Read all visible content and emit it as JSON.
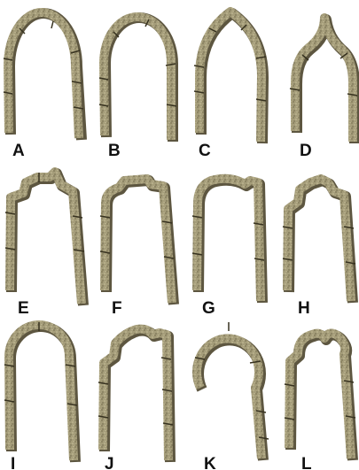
{
  "stone_colors": {
    "base": "#a59d7a",
    "light": "#cfc7a2",
    "shadow": "#5d5640",
    "joint": "#36311f"
  },
  "arches": [
    {
      "letter": "A",
      "shape": "round-horseshoe"
    },
    {
      "letter": "B",
      "shape": "semicircular"
    },
    {
      "letter": "C",
      "shape": "pointed"
    },
    {
      "letter": "D",
      "shape": "ogee"
    },
    {
      "letter": "E",
      "shape": "shouldered-stepped"
    },
    {
      "letter": "F",
      "shape": "flat-shouldered"
    },
    {
      "letter": "G",
      "shape": "segmental-shouldered"
    },
    {
      "letter": "H",
      "shape": "stepped-cusped"
    },
    {
      "letter": "I",
      "shape": "round-stilted"
    },
    {
      "letter": "J",
      "shape": "round-shouldered"
    },
    {
      "letter": "K",
      "shape": "keyhole-horseshoe"
    },
    {
      "letter": "L",
      "shape": "trefoil-shouldered"
    }
  ]
}
